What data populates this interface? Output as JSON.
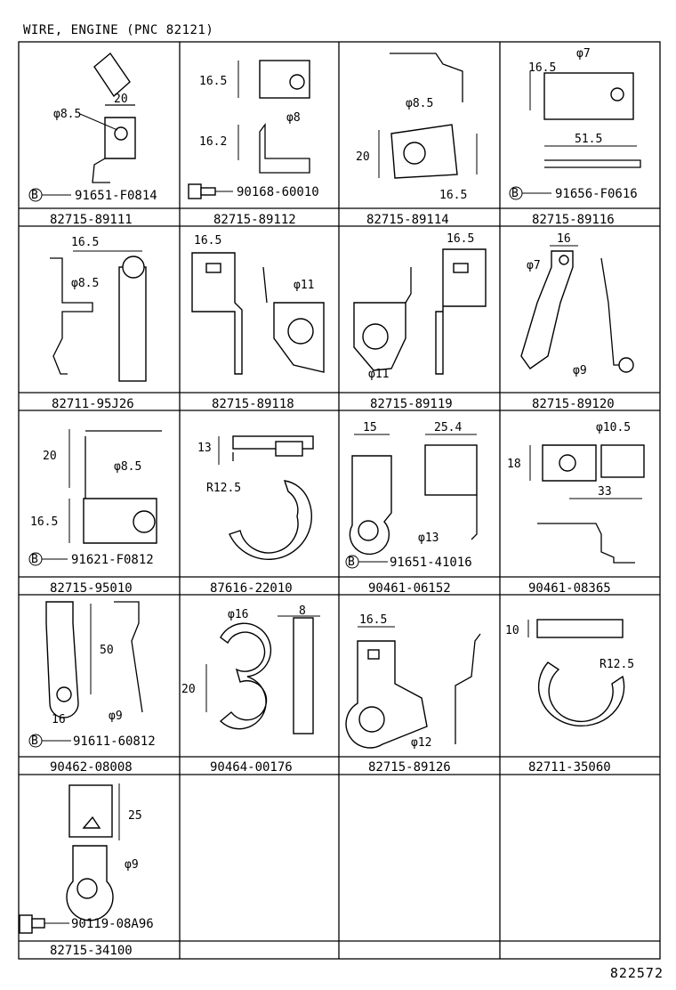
{
  "header": {
    "title": "WIRE, ENGINE (PNC 82121)"
  },
  "footer": {
    "figure_id": "822572"
  },
  "cells": [
    {
      "part_number": "82715-89111",
      "dims": [
        "20",
        "φ8.5"
      ],
      "callout": "91651-F0814"
    },
    {
      "part_number": "82715-89112",
      "dims": [
        "16.5",
        "16.2",
        "φ8"
      ],
      "callout": "90168-60010"
    },
    {
      "part_number": "82715-89114",
      "dims": [
        "φ8.5",
        "20",
        "16.5"
      ],
      "callout": ""
    },
    {
      "part_number": "82715-89116",
      "dims": [
        "16.5",
        "φ7",
        "51.5"
      ],
      "callout": "91656-F0616"
    },
    {
      "part_number": "82711-95J26",
      "dims": [
        "16.5",
        "φ8.5"
      ],
      "callout": ""
    },
    {
      "part_number": "82715-89118",
      "dims": [
        "16.5",
        "φ11"
      ],
      "callout": ""
    },
    {
      "part_number": "82715-89119",
      "dims": [
        "16.5",
        "φ11"
      ],
      "callout": ""
    },
    {
      "part_number": "82715-89120",
      "dims": [
        "16",
        "φ7",
        "φ9"
      ],
      "callout": ""
    },
    {
      "part_number": "82715-95010",
      "dims": [
        "20",
        "φ8.5",
        "16.5"
      ],
      "callout": "91621-F0812"
    },
    {
      "part_number": "87616-22010",
      "dims": [
        "13",
        "R12.5"
      ],
      "callout": ""
    },
    {
      "part_number": "90461-06152",
      "dims": [
        "15",
        "25.4",
        "φ13"
      ],
      "callout": "91651-41016"
    },
    {
      "part_number": "90461-08365",
      "dims": [
        "φ10.5",
        "18",
        "33"
      ],
      "callout": ""
    },
    {
      "part_number": "90462-08008",
      "dims": [
        "50",
        "φ9",
        "16"
      ],
      "callout": "91611-60812"
    },
    {
      "part_number": "90464-00176",
      "dims": [
        "φ16",
        "8",
        "20"
      ],
      "callout": ""
    },
    {
      "part_number": "82715-89126",
      "dims": [
        "16.5",
        "φ12"
      ],
      "callout": ""
    },
    {
      "part_number": "82711-35060",
      "dims": [
        "10",
        "R12.5"
      ],
      "callout": ""
    },
    {
      "part_number": "82715-34100",
      "dims": [
        "25",
        "φ9"
      ],
      "callout": "90119-08A96"
    },
    {
      "part_number": "",
      "dims": [],
      "callout": ""
    },
    {
      "part_number": "",
      "dims": [],
      "callout": ""
    },
    {
      "part_number": "",
      "dims": [],
      "callout": ""
    }
  ],
  "callout_marker": "B"
}
